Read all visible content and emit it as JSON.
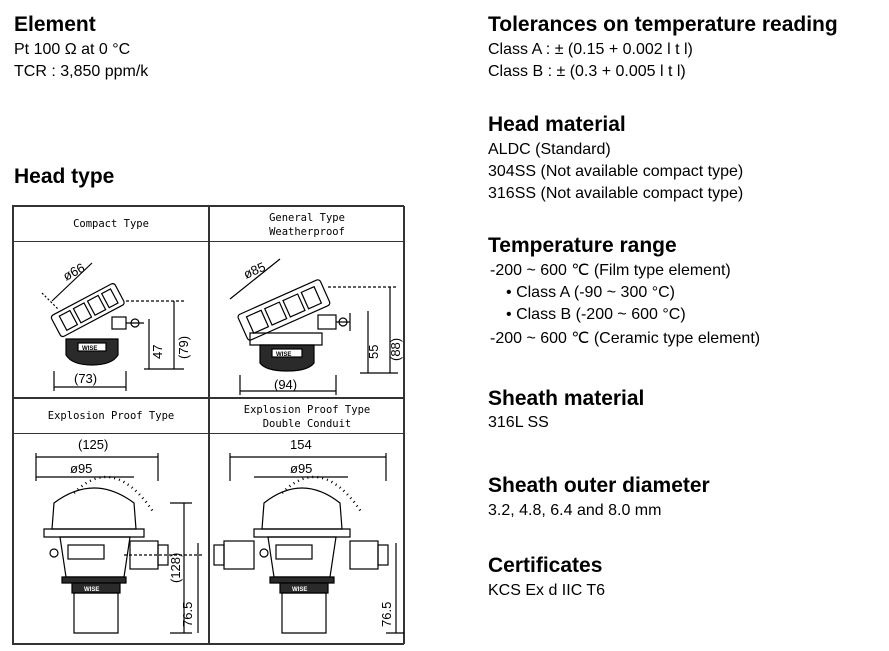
{
  "element": {
    "heading": "Element",
    "lines": [
      "Pt 100 Ω at 0 °C",
      "TCR : 3,850 ppm/k"
    ]
  },
  "head_type": {
    "heading": "Head type",
    "cells": [
      {
        "title_lines": [
          "Compact Type"
        ],
        "dims": {
          "diameter": "ø66",
          "height_inner": "47",
          "height_outer": "(79)",
          "width": "(73)"
        },
        "badge": "WISE"
      },
      {
        "title_lines": [
          "General Type",
          "Weatherproof"
        ],
        "dims": {
          "diameter": "ø85",
          "height_inner": "55",
          "height_outer": "(88)",
          "width": "(94)"
        },
        "badge": "WISE"
      },
      {
        "title_lines": [
          "Explosion Proof Type"
        ],
        "dims": {
          "width_outer": "(125)",
          "diameter": "ø95",
          "height_outer": "(128)",
          "height_inner": "76.5"
        },
        "badge": "WISE"
      },
      {
        "title_lines": [
          "Explosion Proof Type",
          "Double Conduit"
        ],
        "dims": {
          "width_outer": "154",
          "diameter": "ø95",
          "height_inner": "76.5"
        },
        "badge": "WISE"
      }
    ]
  },
  "tolerances": {
    "heading": "Tolerances on temperature reading",
    "lines": [
      "Class A : ± (0.15 + 0.002 l t l)",
      "Class B : ± (0.3 + 0.005 l t l)"
    ]
  },
  "head_material": {
    "heading": "Head material",
    "lines": [
      "ALDC (Standard)",
      "304SS (Not available compact type)",
      "316SS (Not available compact type)"
    ]
  },
  "temperature_range": {
    "heading": "Temperature range",
    "line1": "-200 ~ 600 ℃ (Film type element)",
    "bullet": "•",
    "sub1": "Class A (-90 ~ 300 °C)",
    "sub2": "Class B (-200 ~ 600 °C)",
    "line2": "-200 ~ 600 ℃ (Ceramic type element)"
  },
  "sheath_material": {
    "heading": "Sheath material",
    "lines": [
      "316L SS"
    ]
  },
  "sheath_diameter": {
    "heading": "Sheath outer diameter",
    "lines": [
      "3.2, 4.8, 6.4 and 8.0 mm"
    ]
  },
  "certificates": {
    "heading": "Certificates",
    "lines": [
      "KCS Ex d IIC T6"
    ]
  }
}
